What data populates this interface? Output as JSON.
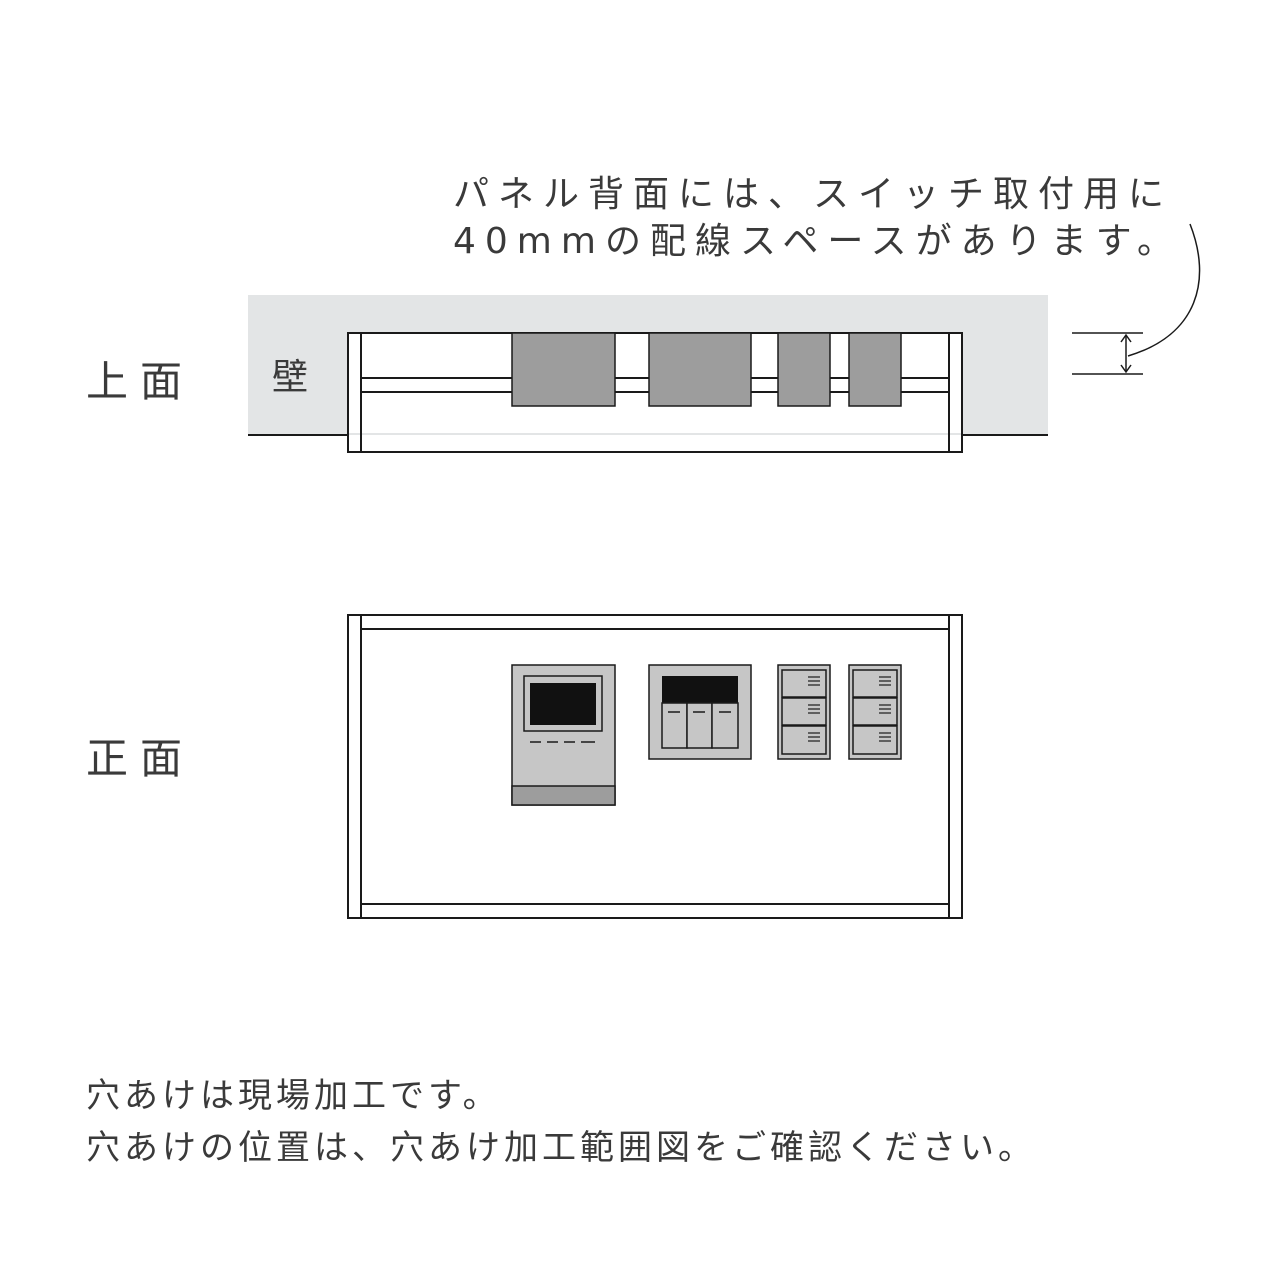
{
  "note": {
    "line1": "パネル背面には、スイッチ取付用に",
    "line2": "40mmの配線スペースがあります。"
  },
  "views": {
    "top": {
      "label": "上面",
      "wall_label": "壁"
    },
    "front": {
      "label": "正面"
    }
  },
  "footer": {
    "line1": "穴あけは現場加工です。",
    "line2": "穴あけの位置は、穴あけ加工範囲図をご確認ください。"
  },
  "colors": {
    "wall": "#e3e5e6",
    "device_dark": "#9d9d9d",
    "device_light": "#c6c6c6",
    "screen": "#111111",
    "line": "#1a1a1a"
  }
}
